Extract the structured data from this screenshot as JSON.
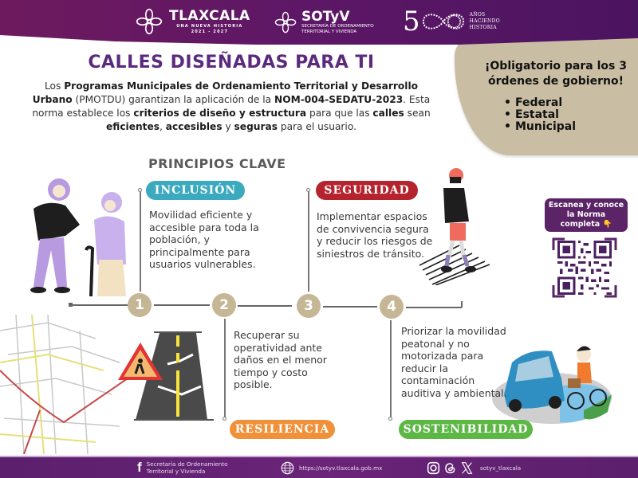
{
  "header": {
    "tlaxcala": {
      "name": "TLAXCALA",
      "tagline": "UNA NUEVA HISTORIA",
      "period": "2021 - 2027"
    },
    "sotyv": {
      "name": "SOTyV",
      "line1": "SECRETARÍA DE ORDENAMIENTO",
      "line2": "TERRITORIAL Y VIVIENDA"
    },
    "anniversary": {
      "number": "5",
      "line1": "AÑOS",
      "line2": "HACIENDO",
      "line3": "HISTORIA"
    },
    "colors": {
      "purple_start": "#6e1a5e",
      "purple_end": "#4b1460"
    }
  },
  "side_panel": {
    "title": "¡Obligatorio para los 3 órdenes de gobierno!",
    "items": [
      "Federal",
      "Estatal",
      "Municipal"
    ],
    "color": "#c9bea3"
  },
  "main": {
    "title": "CALLES DISEÑADAS PARA TI",
    "intro": {
      "p1": "Los ",
      "b1": "Programas Municipales de Ordenamiento Territorial y Desarrollo Urbano",
      "p2": " (PMOTDU) garantizan la aplicación de la ",
      "b2": "NOM-004-SEDATU-2023",
      "p3": ". Esta norma establece los ",
      "b3": "criterios de diseño y estructura",
      "p4": " para que las ",
      "b4": "calles",
      "p5": " sean ",
      "b5": "eficientes",
      "p6": ", ",
      "b6": "accesibles",
      "p7": " y ",
      "b7": "seguras",
      "p8": " para el usuario."
    },
    "section_title": "PRINCIPIOS CLAVE"
  },
  "principles": [
    {
      "number": "1",
      "label": "INCLUSIÓN",
      "color": "#3ba9be",
      "description": "Movilidad eficiente y accesible para toda la población, y principalmente para usuarios vulnerables."
    },
    {
      "number": "2",
      "label": "RESILIENCIA",
      "color": "#f0913a",
      "description": "Recuperar su operatividad ante daños en el menor tiempo y costo posible."
    },
    {
      "number": "3",
      "label": "SEGURIDAD",
      "color": "#b5232e",
      "description": "Implementar espacios de convivencia segura y reducir los riesgos de siniestros de tránsito."
    },
    {
      "number": "4",
      "label": "SOSTENIBILIDAD",
      "color": "#5cb744",
      "description": "Priorizar la movilidad peatonal y no motorizada para reducir la contaminación auditiva y ambiental."
    }
  ],
  "qr": {
    "callout": "Escanea y conoce la Norma completa 👇",
    "color": "#5a2466"
  },
  "footer": {
    "facebook": {
      "icon": "facebook-icon",
      "line1": "Secretaría de Ordenamiento",
      "line2": "Territorial y Vivienda"
    },
    "website": {
      "icon": "globe-icon",
      "url": "https://sotyv.tlaxcala.gob.mx"
    },
    "social": {
      "icons": [
        "instagram-icon",
        "threads-icon",
        "x-icon"
      ],
      "handle": "sotyv_tlaxcala"
    }
  }
}
